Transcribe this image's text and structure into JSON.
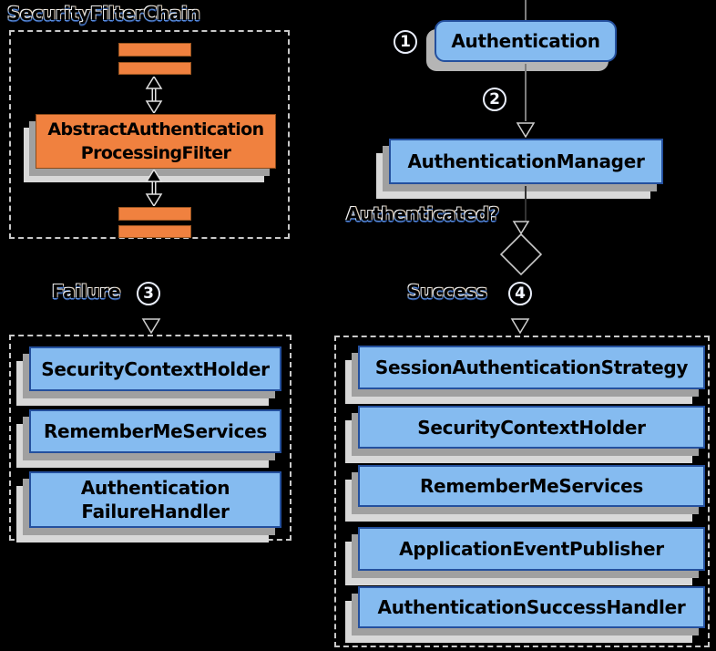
{
  "title": "SecurityFilterChain",
  "filter_chain": {
    "processing_filter_line1": "AbstractAuthentication",
    "processing_filter_line2": "ProcessingFilter"
  },
  "flow": {
    "step1": "1",
    "step2": "2",
    "step3": "3",
    "step4": "4",
    "authentication": "Authentication",
    "authentication_manager": "AuthenticationManager",
    "authenticated_question": "Authenticated?",
    "failure_label": "Failure",
    "success_label": "Success"
  },
  "failure_panel": {
    "items": [
      "SecurityContextHolder",
      "RememberMeServices"
    ],
    "failure_handler_line1": "Authentication",
    "failure_handler_line2": "FailureHandler"
  },
  "success_panel": {
    "items": [
      "SessionAuthenticationStrategy",
      "SecurityContextHolder",
      "RememberMeServices",
      "ApplicationEventPublisher",
      "AuthenticationSuccessHandler"
    ]
  },
  "colors": {
    "background": "#000000",
    "box_blue": "#85bbf0",
    "box_blue_border": "#24509e",
    "box_orange": "#f0813f",
    "shadow_near": "#a0a0a0",
    "shadow_far": "#d8d8d8",
    "connector_gray": "#7d7d7d",
    "dashed_border": "#c9c9c9"
  },
  "icons": {
    "down_arrowhead": "open-triangle-down",
    "double_arrow": "filled-double-arrow-vertical",
    "decision_diamond": "diamond-outline"
  }
}
